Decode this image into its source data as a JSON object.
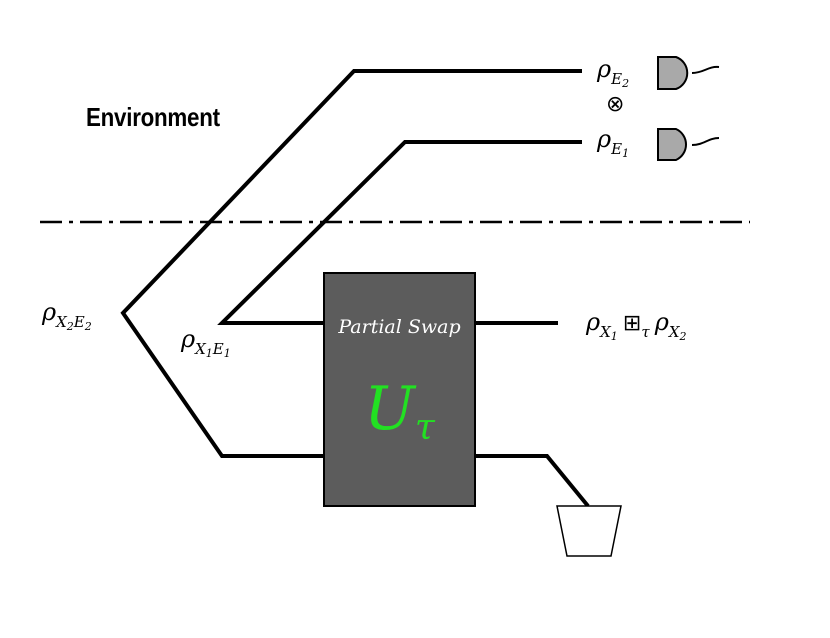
{
  "environment_label": "Environment",
  "gate": {
    "title": "Partial Swap",
    "symbol": "U",
    "symbol_sub": "τ",
    "fill_color": "#5c5c5c",
    "symbol_color": "#22e022"
  },
  "states": {
    "rho_E2": {
      "base": "ρ",
      "sub": "E",
      "subsub": "2"
    },
    "rho_E1": {
      "base": "ρ",
      "sub": "E",
      "subsub": "1"
    },
    "tensor": "⊗",
    "rho_X2E2": {
      "base": "ρ",
      "sub1": "X",
      "subsub1": "2",
      "sub2": "E",
      "subsub2": "2"
    },
    "rho_X1E1": {
      "base": "ρ",
      "sub1": "X",
      "subsub1": "1",
      "sub2": "E",
      "subsub2": "1"
    },
    "output": {
      "base1": "ρ",
      "sub1": "X",
      "subsub1": "1",
      "op": "⊞",
      "op_sub": "τ",
      "base2": "ρ",
      "sub2": "X",
      "subsub2": "2"
    }
  },
  "icons": [
    "detector-icon",
    "detector-icon",
    "trash-bin-icon"
  ],
  "colors": {
    "wire": "#000000",
    "detector_fill": "#a9a9a9"
  }
}
